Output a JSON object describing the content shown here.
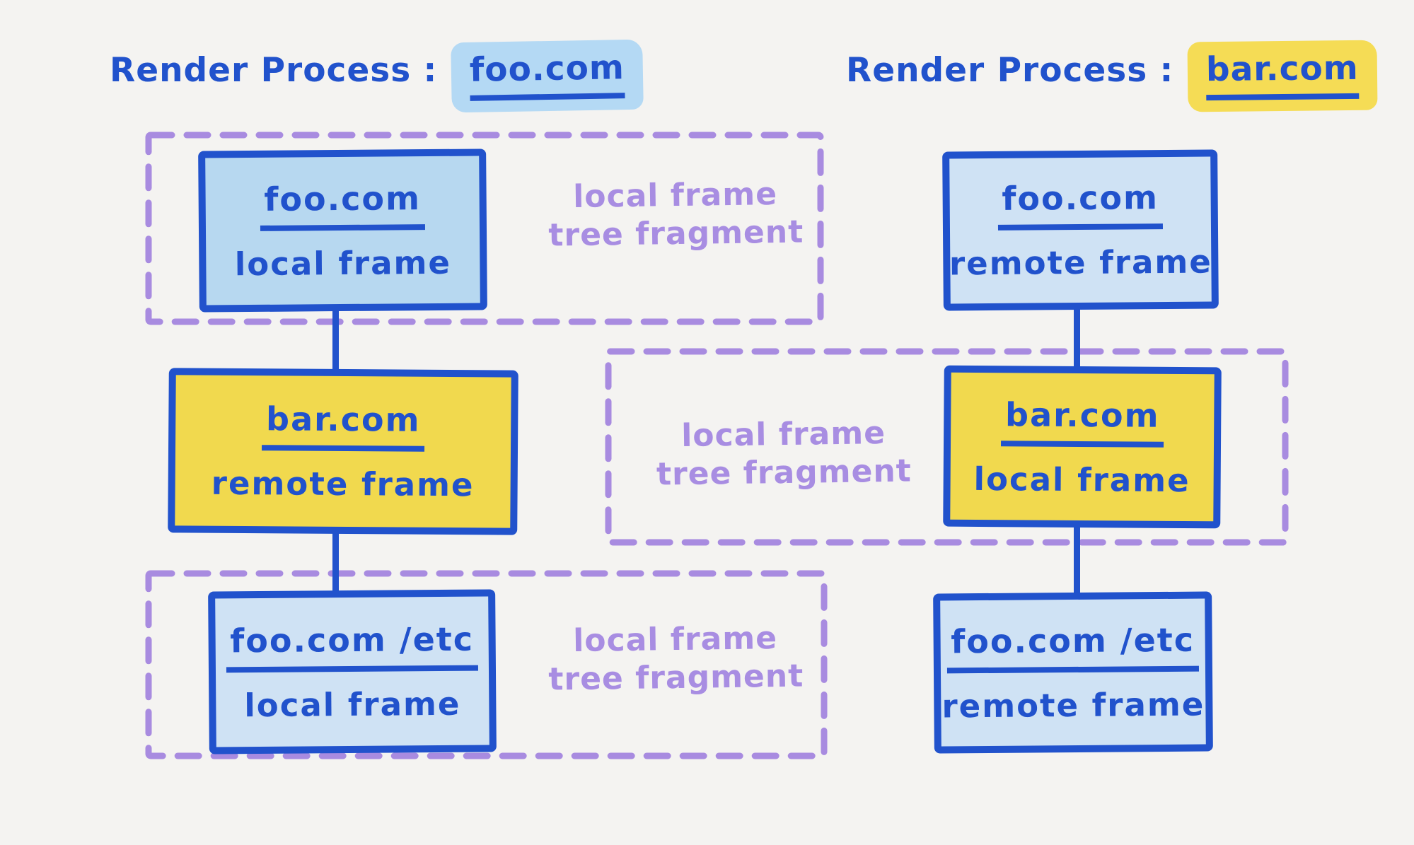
{
  "colors": {
    "background": "#f4f3f1",
    "ink": "#2152cc",
    "box_blue_fill": "#b7d8f0",
    "box_blue_light": "#cfe2f4",
    "box_yellow_fill": "#f1d94e",
    "purple_dash": "#a88be0",
    "purple_text": "#a88de2",
    "highlight_blue": "#b4d9f4",
    "highlight_yellow": "#f5dc55"
  },
  "left": {
    "title_prefix": "Render Process :",
    "title_domain": "foo.com",
    "top_box": {
      "domain": "foo.com",
      "type": "local frame"
    },
    "top_fragment_label": {
      "line1": "local frame",
      "line2": "tree fragment"
    },
    "mid_box": {
      "domain": "bar.com",
      "type": "remote frame"
    },
    "bottom_box": {
      "domain": "foo.com /etc",
      "type": "local frame"
    },
    "bottom_fragment_label": {
      "line1": "local frame",
      "line2": "tree fragment"
    }
  },
  "right": {
    "title_prefix": "Render Process :",
    "title_domain": "bar.com",
    "top_box": {
      "domain": "foo.com",
      "type": "remote frame"
    },
    "mid_box": {
      "domain": "bar.com",
      "type": "local frame"
    },
    "mid_fragment_label": {
      "line1": "local frame",
      "line2": "tree fragment"
    },
    "bottom_box": {
      "domain": "foo.com /etc",
      "type": "remote frame"
    }
  }
}
